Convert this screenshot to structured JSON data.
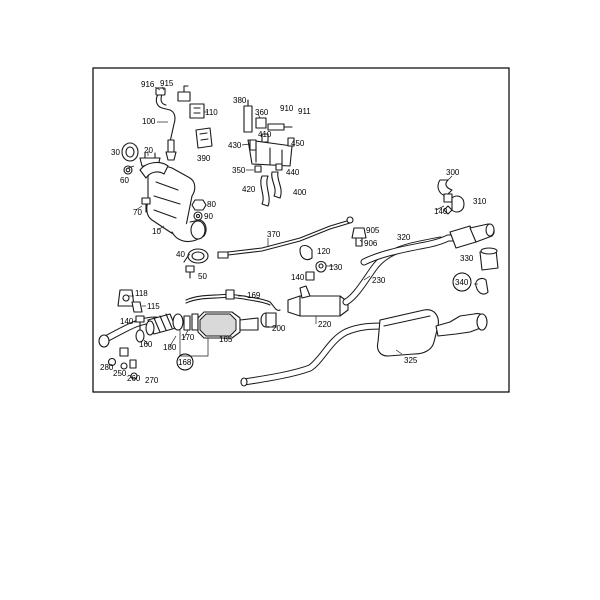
{
  "labels": {
    "l916": "916",
    "l915": "915",
    "l100": "100",
    "l110": "110",
    "l390": "390",
    "l30": "30",
    "l20": "20",
    "l60": "60",
    "l70": "70",
    "l80": "80",
    "l90": "90",
    "l10": "10",
    "l40": "40",
    "l50": "50",
    "l380": "380",
    "l360": "360",
    "l910": "910",
    "l911": "911",
    "l410": "410",
    "l430": "430",
    "l450": "450",
    "l350": "350",
    "l440": "440",
    "l420": "420",
    "l400": "400",
    "l300": "300",
    "l310": "310",
    "l140a": "140",
    "l370": "370",
    "l905": "905",
    "l906": "906",
    "l320": "320",
    "l120": "120",
    "l140b": "140",
    "l130": "130",
    "l330": "330",
    "l340": "340",
    "l230": "230",
    "l118": "118",
    "l115": "115",
    "l140c": "140",
    "l169": "169",
    "l220": "220",
    "l200": "200",
    "l170": "170",
    "l165": "165",
    "l160": "160",
    "l180": "180",
    "l168": "168",
    "l280": "280",
    "l250": "250",
    "l260": "260",
    "l270": "270",
    "l325": "325"
  }
}
